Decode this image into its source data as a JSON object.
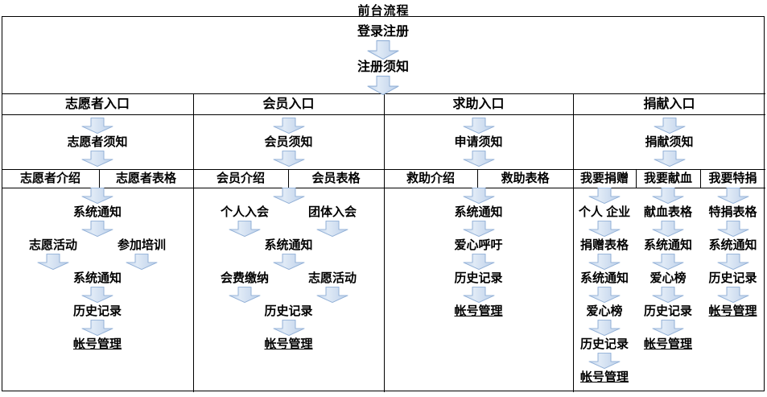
{
  "title": "前台流程",
  "intro": {
    "step1": "登录注册",
    "step2": "注册须知"
  },
  "entries": [
    "志愿者入口",
    "会员入口",
    "求助入口",
    "捐献入口"
  ],
  "notices": [
    "志愿者须知",
    "会员须知",
    "申请须知",
    "捐献须知"
  ],
  "tabs": [
    "志愿者介绍",
    "志愿者表格",
    "会员介绍",
    "会员表格",
    "救助介绍",
    "救助表格",
    "我要捐赠",
    "我要献血",
    "我要特捐"
  ],
  "flows": {
    "volunteer": {
      "notify1": "系统通知",
      "branch": [
        "志愿活动",
        "参加培训"
      ],
      "notify2": "系统通知",
      "history": "历史记录",
      "account": "帐号管理"
    },
    "member": {
      "branch1": [
        "个人入会",
        "团体入会"
      ],
      "notify": "系统通知",
      "branch2": [
        "会费缴纳",
        "志愿活动"
      ],
      "history": "历史记录",
      "account": "帐号管理"
    },
    "help": {
      "steps": [
        "系统通知",
        "爱心呼吁",
        "历史记录",
        "帐号管理"
      ]
    },
    "donation": {
      "personal": [
        "个人 企业",
        "捐赠表格",
        "系统通知",
        "爱心榜",
        "历史记录",
        "帐号管理"
      ],
      "blood": [
        "献血表格",
        "系统通知",
        "爱心榜",
        "历史记录",
        "帐号管理"
      ],
      "special": [
        "特捐表格",
        "系统通知",
        "历史记录",
        "帐号管理"
      ]
    }
  },
  "colors": {
    "arrow_fill_dark": "#bcd0ea",
    "arrow_fill_light": "#e0eaf6",
    "arrow_edge": "#93b1d7",
    "grid_line": "#000000",
    "text": "#000000"
  }
}
